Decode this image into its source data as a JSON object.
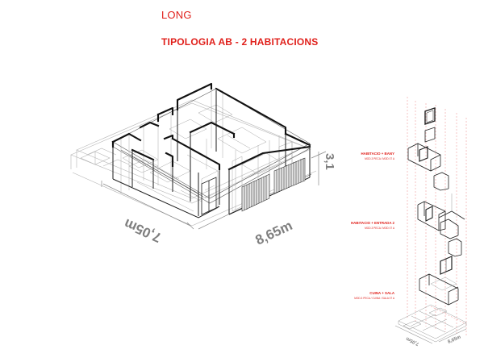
{
  "header": {
    "project": "LONG",
    "title": "TIPOLOGIA AB - 2 HABITACIONS"
  },
  "dimensions": {
    "width": "8,65m",
    "depth": "7,05m",
    "height": "3,1"
  },
  "modules": [
    {
      "label": "HABITACIO + BANY",
      "sub": "MOD.3 PECA / MOD 07 A"
    },
    {
      "label": "HABITACIO + ENTRADA 2",
      "sub": "MOD.3 PECA / MOD 07 A"
    },
    {
      "label": "CUINA + SALA",
      "sub": "MOD.3 PECA / CUINA / SALA 07 A"
    }
  ],
  "colors": {
    "accent": "#e0201b",
    "line": "#111111",
    "ghost": "#9a9a9a"
  }
}
